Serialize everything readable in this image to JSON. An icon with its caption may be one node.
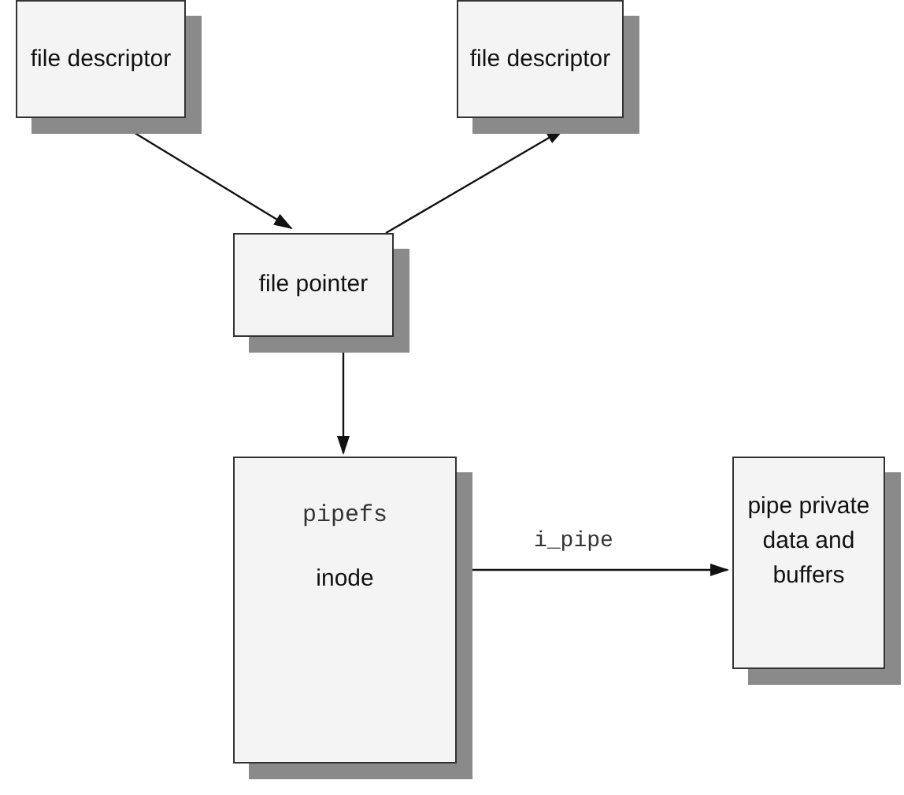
{
  "diagram": {
    "nodes": [
      {
        "text": [
          "file descriptor"
        ]
      },
      {
        "text": [
          "file descriptor"
        ]
      },
      {
        "text": [
          "file pointer"
        ]
      },
      {
        "text": [
          "pipefs",
          "inode"
        ]
      },
      {
        "text": [
          "pipe private data and buffers"
        ]
      }
    ],
    "edges": [
      {
        "from": 0,
        "to": 2,
        "arrow": "to"
      },
      {
        "from": 2,
        "to": 1,
        "arrow": "to"
      },
      {
        "from": 2,
        "to": 3,
        "arrow": "to"
      },
      {
        "from": 3,
        "to": 4,
        "arrow": "to",
        "label": "i_pipe"
      }
    ]
  }
}
